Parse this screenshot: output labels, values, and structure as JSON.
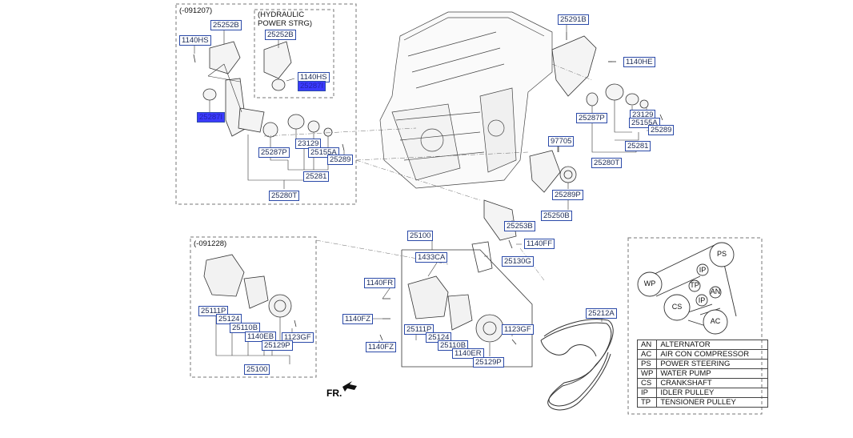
{
  "groups": {
    "top_left_range": "(-091207)",
    "hydraulic_title": "(HYDRAULIC POWER STRG)",
    "mid_left_range": "(-091228)"
  },
  "labels": {
    "tl_25252B_a": "25252B",
    "tl_1140HS_a": "1140HS",
    "tl_25252B_b": "25252B",
    "tl_1140HS_b": "1140HS",
    "tl_25287I_a": "25287I",
    "tl_25287I_b": "25287I",
    "tl_23129": "23129",
    "tl_25287P": "25287P",
    "tl_25155A": "25155A",
    "tl_25289": "25289",
    "tl_25281": "25281",
    "tl_25280T": "25280T",
    "tr_25291B": "25291B",
    "tr_1140HE": "1140HE",
    "tr_25287P": "25287P",
    "tr_23129": "23129",
    "tr_25155A": "25155A",
    "tr_25289": "25289",
    "tr_25281": "25281",
    "tr_25280T": "25280T",
    "tr_97705": "97705",
    "tr_25289P": "25289P",
    "tr_25250B": "25250B",
    "tr_25253B": "25253B",
    "tr_1140FF": "1140FF",
    "ml_25111P": "25111P",
    "ml_25124": "25124",
    "ml_25110B": "25110B",
    "ml_1140EB": "1140EB",
    "ml_1123GF": "1123GF",
    "ml_25129P": "25129P",
    "ml_25100": "25100",
    "c_25100": "25100",
    "c_1433CA": "1433CA",
    "c_25130G": "25130G",
    "c_1140FR": "1140FR",
    "c_1140FZ_a": "1140FZ",
    "c_1140FZ_b": "1140FZ",
    "c_25111P": "25111P",
    "c_25124": "25124",
    "c_25110B": "25110B",
    "c_1123GF": "1123GF",
    "c_1140ER": "1140ER",
    "c_25129P": "25129P",
    "belt_25212A": "25212A"
  },
  "direction_label": "FR.",
  "pulleys": {
    "PS": "PS",
    "IP1": "IP",
    "WP": "WP",
    "TP": "TP",
    "AN": "AN",
    "CS": "CS",
    "IP2": "IP",
    "AC": "AC"
  },
  "legend": [
    {
      "code": "AN",
      "desc": "ALTERNATOR"
    },
    {
      "code": "AC",
      "desc": "AIR CON COMPRESSOR"
    },
    {
      "code": "PS",
      "desc": "POWER STEERING"
    },
    {
      "code": "WP",
      "desc": "WATER PUMP"
    },
    {
      "code": "CS",
      "desc": "CRANKSHAFT"
    },
    {
      "code": "IP",
      "desc": "IDLER PULLEY"
    },
    {
      "code": "TP",
      "desc": "TENSIONER PULLEY"
    }
  ],
  "colors": {
    "label_border": "#2b4aa8",
    "highlight": "#3b3bff",
    "line": "#333333"
  }
}
